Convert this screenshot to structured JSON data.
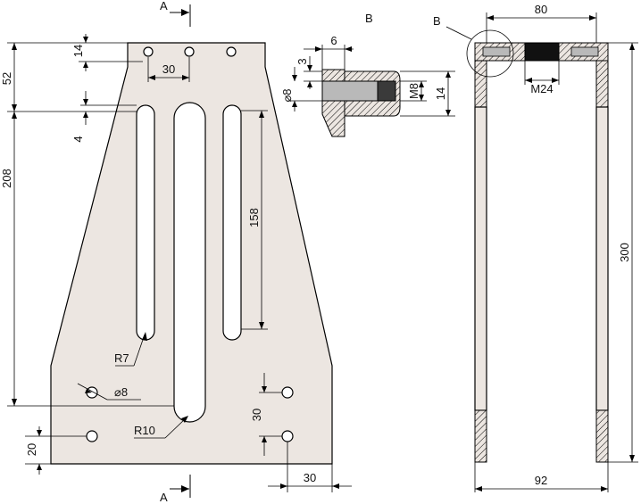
{
  "section": {
    "letter_top": "A",
    "letter_bottom": "A"
  },
  "plate_view": {
    "dims": {
      "d52": "52",
      "d14": "14",
      "d30_top": "30",
      "d4": "4",
      "d208": "208",
      "d158": "158",
      "r7": "R7",
      "d8": "⌀8",
      "r10": "R10",
      "d30_right": "30",
      "d20": "20",
      "d30_bottom": "30"
    }
  },
  "detail_view": {
    "title": "B",
    "dims": {
      "d6": "6",
      "d3": "3",
      "d8": "⌀8",
      "m8": "M8",
      "d14": "14"
    }
  },
  "side_view": {
    "callout": "B",
    "dims": {
      "d80": "80",
      "m24": "M24",
      "d300": "300",
      "d92": "92"
    }
  },
  "colors": {
    "part_fill": "#ece6e1",
    "line": "#000000",
    "hatch_fill": "#111111"
  }
}
